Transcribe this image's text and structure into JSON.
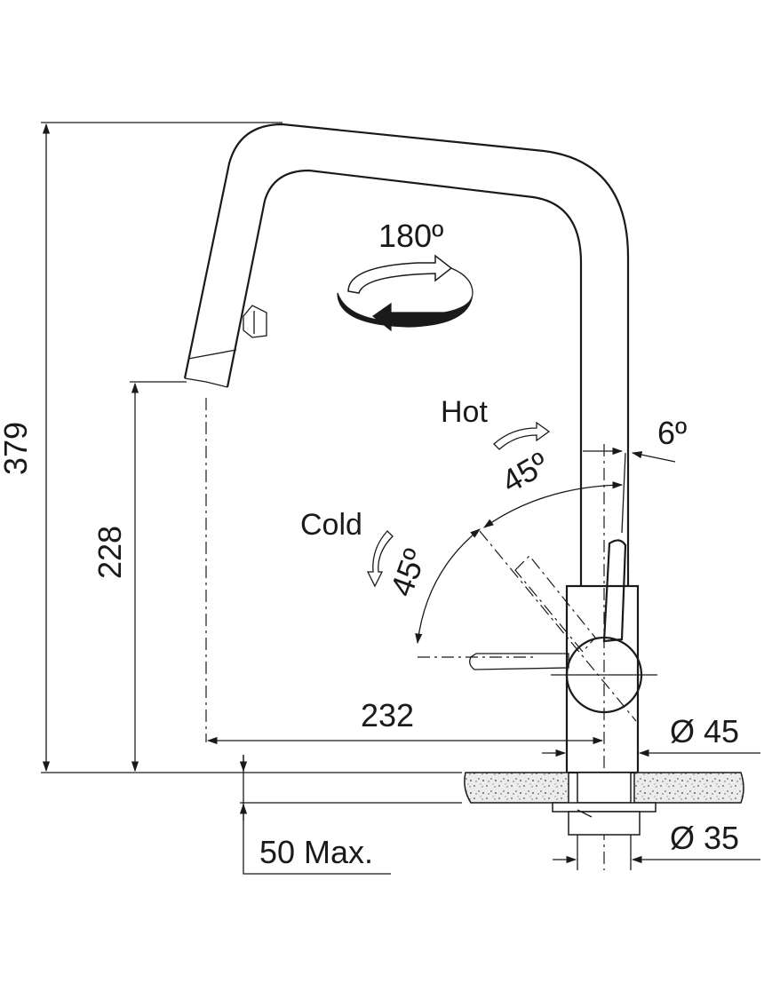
{
  "dimensions": {
    "total_height": "379",
    "spout_height": "228",
    "reach": "232",
    "mount_thickness": "50 Max.",
    "body_diameter": "Ø 45",
    "hole_diameter": "Ø 35"
  },
  "angles": {
    "swivel": "180º",
    "lever_tilt": "6º",
    "hot_angle": "45º",
    "cold_angle": "45º"
  },
  "labels": {
    "hot": "Hot",
    "cold": "Cold"
  },
  "colors": {
    "line": "#1a1a1a",
    "background": "#ffffff",
    "countertop_fill": "#d9d9d9"
  }
}
